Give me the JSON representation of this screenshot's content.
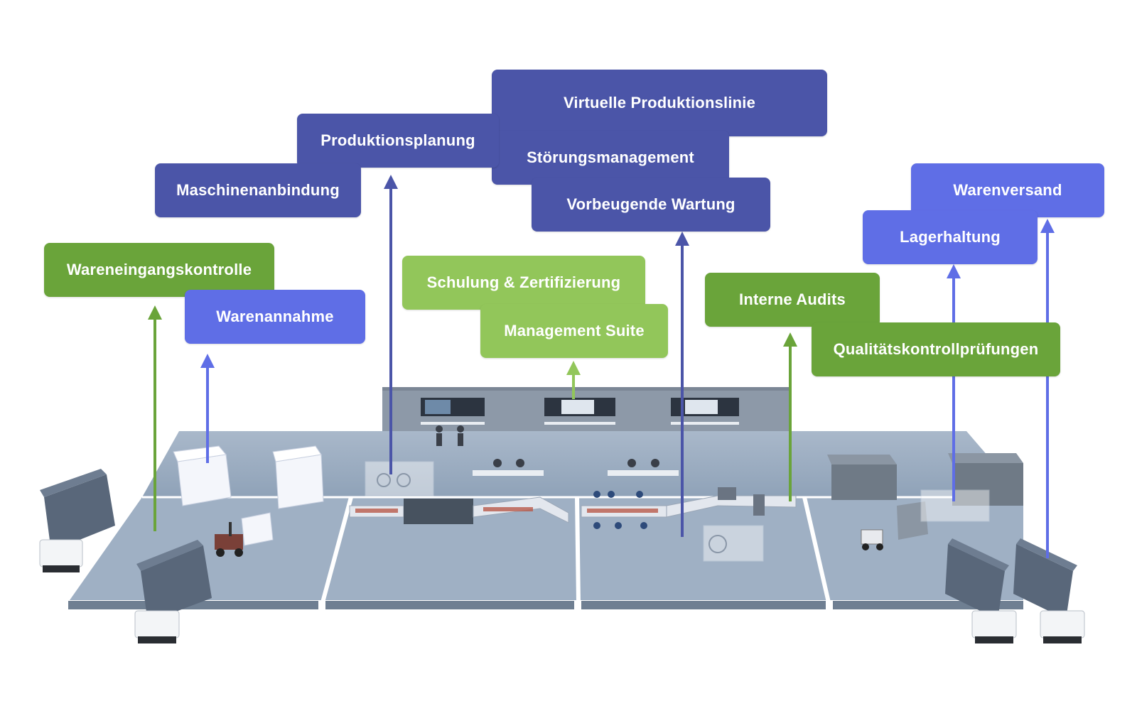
{
  "colors": {
    "dark_blue": "#4b55a8",
    "blue": "#5f6ee6",
    "green": "#6aa43a",
    "light_green": "#92c65a"
  },
  "labels": {
    "wareneingangskontrolle": "Wareneingangskontrolle",
    "warenannahme": "Warenannahme",
    "maschinenanbindung": "Maschinenanbindung",
    "produktionsplanung": "Produktionsplanung",
    "virtuelle_produktionslinie": "Virtuelle Produktionslinie",
    "stoerungsmanagement": "Störungsmanagement",
    "vorbeugende_wartung": "Vorbeugende Wartung",
    "schulung": "Schulung & Zertifizierung",
    "management_suite": "Management Suite",
    "interne_audits": "Interne Audits",
    "qualitaetskontrolle": "Qualitätskontrollprüfungen",
    "warenversand": "Warenversand",
    "lagerhaltung": "Lagerhaltung"
  }
}
